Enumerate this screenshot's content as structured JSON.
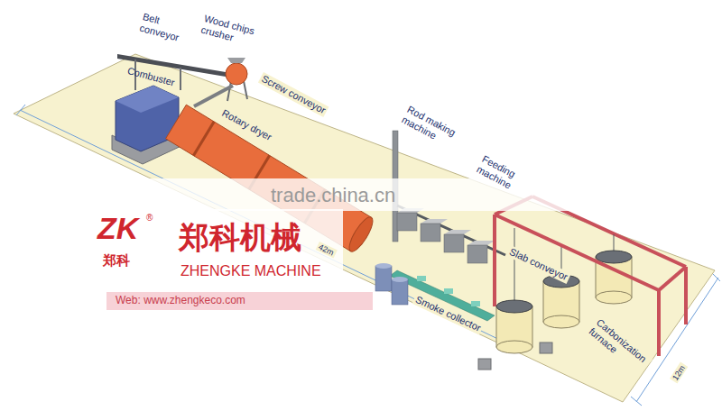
{
  "diagram": {
    "labels": [
      "Belt conveyor",
      "Wood chips crusher",
      "Combuster",
      "Screw conveyor",
      "Rotary dryer",
      "Rod making machine",
      "Feeding machine",
      "trade.china.cn",
      "Slab conveyor",
      "42m",
      "Smoke collector",
      "Carbonization furnace",
      "12m",
      "ZK",
      "®",
      "郑科",
      "郑科机械",
      "ZHENGKE MACHINE",
      "Web: www.zhengkeco.com"
    ]
  }
}
